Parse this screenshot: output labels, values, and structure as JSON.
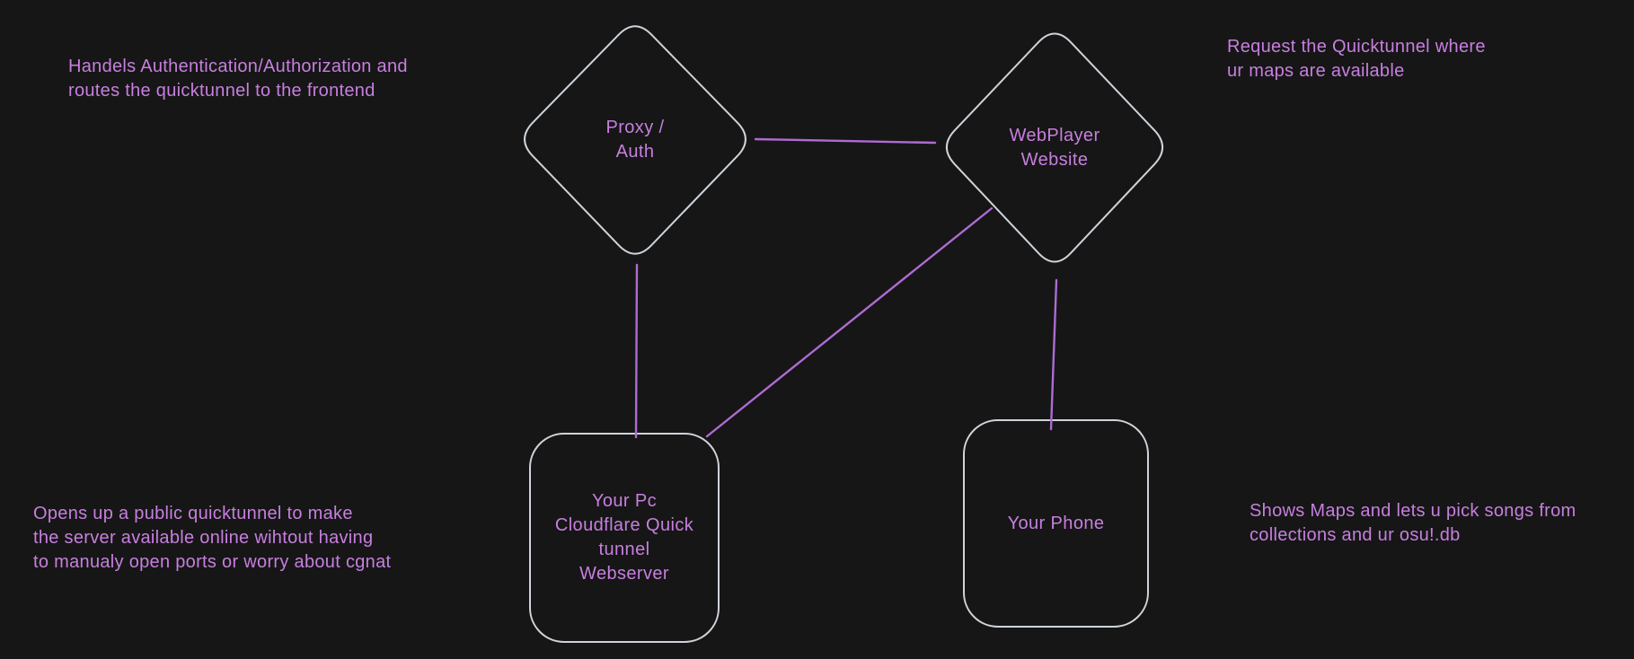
{
  "canvas": {
    "background": "#161616",
    "node_stroke_color": "#ced4da",
    "text_color": "#c77fdf",
    "connector_color": "#ae6bd3"
  },
  "nodes": {
    "proxy_auth": {
      "shape": "diamond",
      "label_lines": [
        "Proxy /",
        "Auth"
      ]
    },
    "webplayer": {
      "shape": "diamond",
      "label_lines": [
        "WebPlayer",
        "Website"
      ]
    },
    "pc_webserver": {
      "shape": "rounded-rect",
      "label_lines": [
        "Your Pc",
        "Cloudflare Quick",
        "tunnel",
        "Webserver"
      ]
    },
    "phone": {
      "shape": "rounded-rect",
      "label_lines": [
        "Your Phone"
      ]
    }
  },
  "connectors": [
    {
      "from": "proxy_auth",
      "to": "webplayer"
    },
    {
      "from": "proxy_auth",
      "to": "pc_webserver"
    },
    {
      "from": "pc_webserver",
      "to": "webplayer"
    },
    {
      "from": "webplayer",
      "to": "phone"
    }
  ],
  "annotations": {
    "proxy_note": {
      "lines": [
        "Handels Authentication/Authorization and",
        "routes the quicktunnel to the frontend"
      ]
    },
    "webplayer_note": {
      "lines": [
        "Request the Quicktunnel where",
        "ur maps are available"
      ]
    },
    "webserver_note": {
      "lines": [
        "Opens up a public quicktunnel to make",
        "the server available online wihtout having",
        "to manualy open ports or worry about cgnat"
      ]
    },
    "phone_note": {
      "lines": [
        "Shows Maps and lets u pick songs from",
        "collections and ur osu!.db"
      ]
    }
  }
}
